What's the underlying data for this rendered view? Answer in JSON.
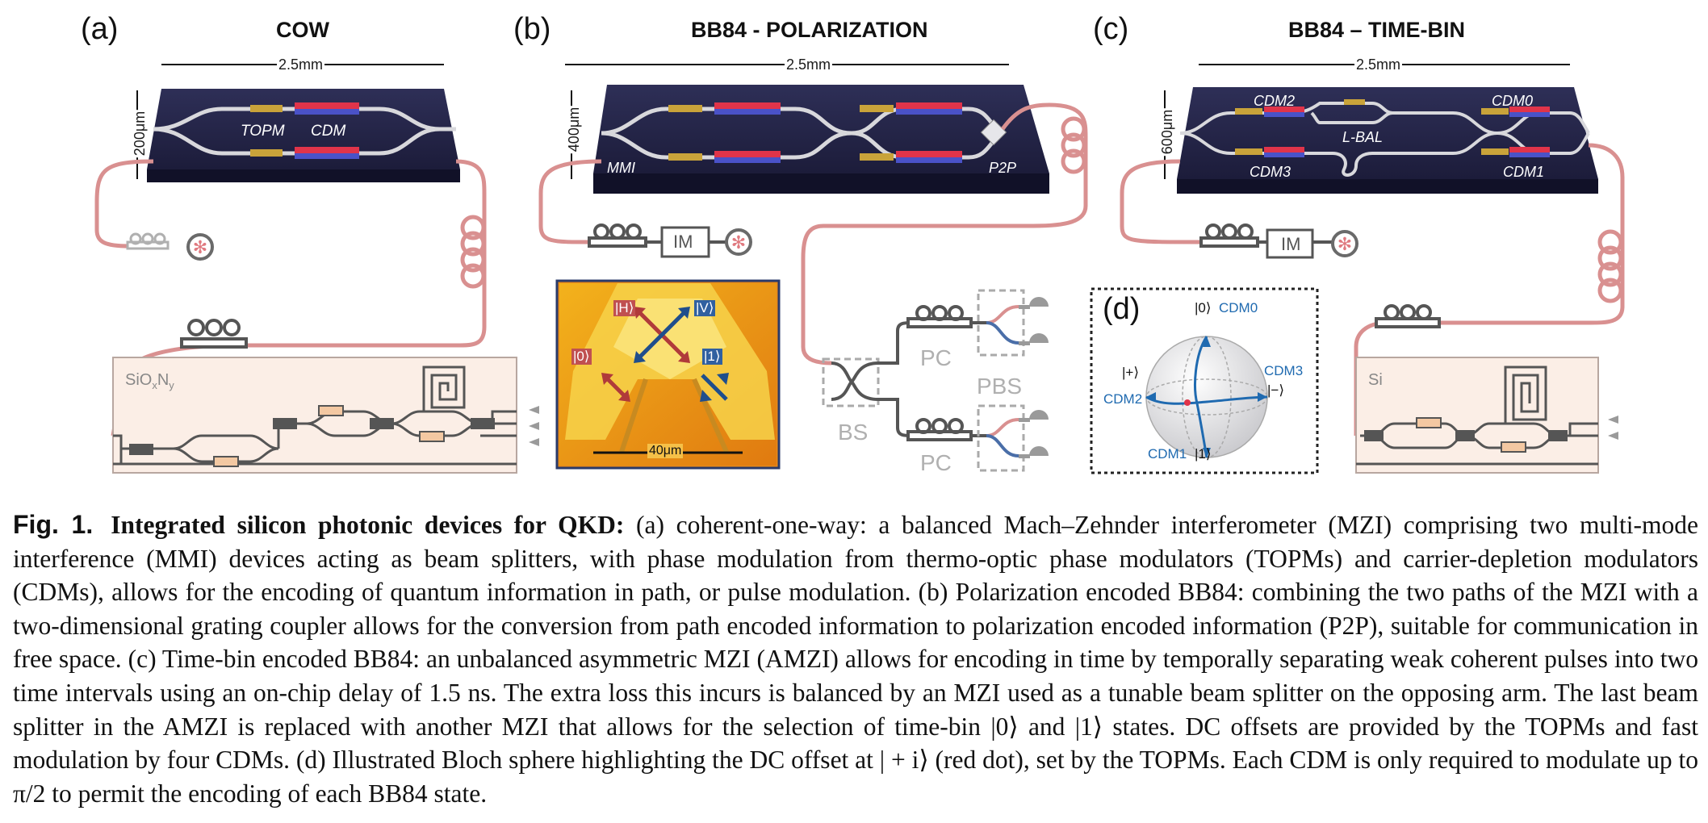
{
  "figure": {
    "panels": [
      {
        "label": "(a)",
        "title": "COW",
        "scale": "2.5mm",
        "height": "200μm",
        "components": [
          "TOPM",
          "CDM"
        ],
        "material_html": "SiO<sub>x</sub>N<sub>y</sub>"
      },
      {
        "label": "(b)",
        "title": "BB84 - POLARIZATION",
        "scale": "2.5mm",
        "height": "400μm",
        "components": [
          "MMI",
          "P2P",
          "IM",
          "BS",
          "PC",
          "PC",
          "PBS"
        ],
        "micrograph": {
          "states": [
            "|H⟩",
            "|V⟩",
            "|0⟩",
            "|1⟩"
          ],
          "scale": "40μm"
        }
      },
      {
        "label": "(c)",
        "title": "BB84 – TIME-BIN",
        "scale": "2.5mm",
        "height": "600μm",
        "components": [
          "CDM2",
          "CDM0",
          "L-BAL",
          "CDM3",
          "CDM1",
          "IM"
        ],
        "material": "Si"
      },
      {
        "label": "(d)",
        "bloch": {
          "top": "|0⟩",
          "top_cdm": "CDM0",
          "bottom": "|1⟩",
          "bottom_cdm": "CDM1",
          "left": "|+⟩",
          "left_cdm": "CDM2",
          "right": "|−⟩",
          "right_cdm": "CDM3"
        }
      }
    ]
  },
  "colors": {
    "fiber": "#d99090",
    "chip": "#25264a",
    "waveguide": "#d8d8dc",
    "topm": "#c9a33a",
    "cdm_red": "#e0344a",
    "cdm_blue": "#4a52c8",
    "box_fill": "#fbeee6",
    "grey": "#9a9a9a",
    "bloch_blue": "#1f6ab0"
  },
  "caption": {
    "fig_label": "Fig. 1.",
    "title": "Integrated silicon photonic devices for QKD:",
    "body": "(a) coherent-one-way: a balanced Mach–Zehnder interferometer (MZI) comprising two multi-mode interference (MMI) devices acting as beam splitters, with phase modulation from thermo-optic phase modulators (TOPMs) and carrier-depletion modulators (CDMs), allows for the encoding of quantum information in path, or pulse modulation. (b) Polarization encoded BB84: combining the two paths of the MZI with a two-dimensional grating coupler allows for the conversion from path encoded information to polarization encoded information (P2P), suitable for communication in free space. (c) Time-bin encoded BB84: an unbalanced asymmetric MZI (AMZI) allows for encoding in time by temporally separating weak coherent pulses into two time intervals using an on-chip delay of 1.5 ns. The extra loss this incurs is balanced by an MZI used as a tunable beam splitter on the opposing arm. The last beam splitter in the AMZI is replaced with another MZI that allows for the selection of time-bin |0⟩ and |1⟩ states. DC offsets are provided by the TOPMs and fast modulation by four CDMs. (d) Illustrated Bloch sphere highlighting the DC offset at | + i⟩ (red dot), set by the TOPMs. Each CDM is only required to modulate up to π/2 to permit the encoding of each BB84 state."
  }
}
